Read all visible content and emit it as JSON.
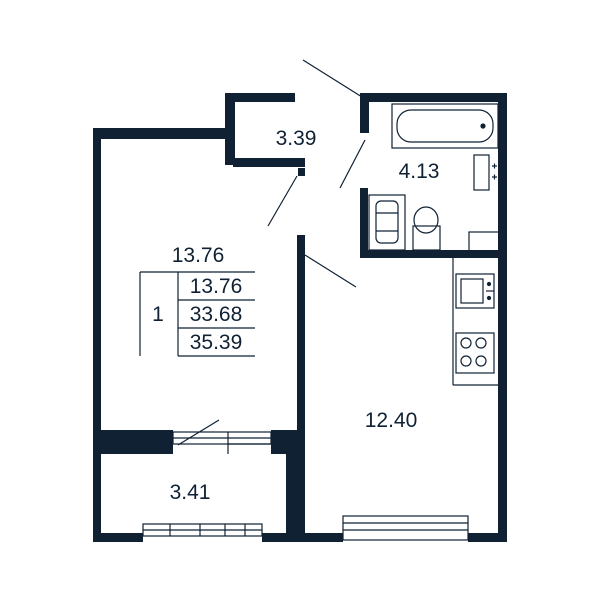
{
  "rooms": {
    "storage": "3.39",
    "bathroom": "4.13",
    "bedroom": "13.76",
    "kitchen": "12.40",
    "balcony": "3.41"
  },
  "summary": {
    "rooms_count": "1",
    "living_area": "13.76",
    "total_area": "33.68",
    "total_with_balcony": "35.39"
  },
  "colors": {
    "wall": "#0f2133",
    "fixture": "#0f2133",
    "background": "#ffffff"
  }
}
